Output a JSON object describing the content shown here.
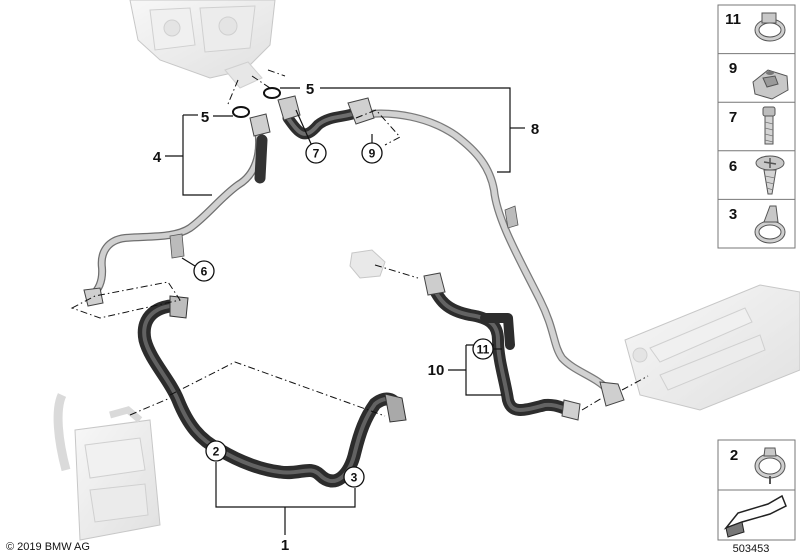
{
  "diagram": {
    "labels": {
      "p1": "1",
      "p2": "2",
      "p3": "3",
      "p4": "4",
      "p5a": "5",
      "p5b": "5",
      "p6": "6",
      "p7": "7",
      "p8": "8",
      "p9": "9",
      "p10": "10",
      "p11": "11"
    },
    "legend": [
      {
        "num": "11",
        "icon": "clamp-icon"
      },
      {
        "num": "9",
        "icon": "nut-icon"
      },
      {
        "num": "7",
        "icon": "bolt-icon"
      },
      {
        "num": "6",
        "icon": "screw-icon"
      },
      {
        "num": "3",
        "icon": "clip-icon"
      }
    ],
    "legend_bottom": {
      "num": "2",
      "icon": "clamp-icon"
    },
    "copyright": "© 2019 BMW AG",
    "diagram_number": "503453",
    "colors": {
      "hose_dark": "#3a3a3a",
      "hose_light": "#b9b9b9",
      "component": "#d9d9d9"
    }
  }
}
